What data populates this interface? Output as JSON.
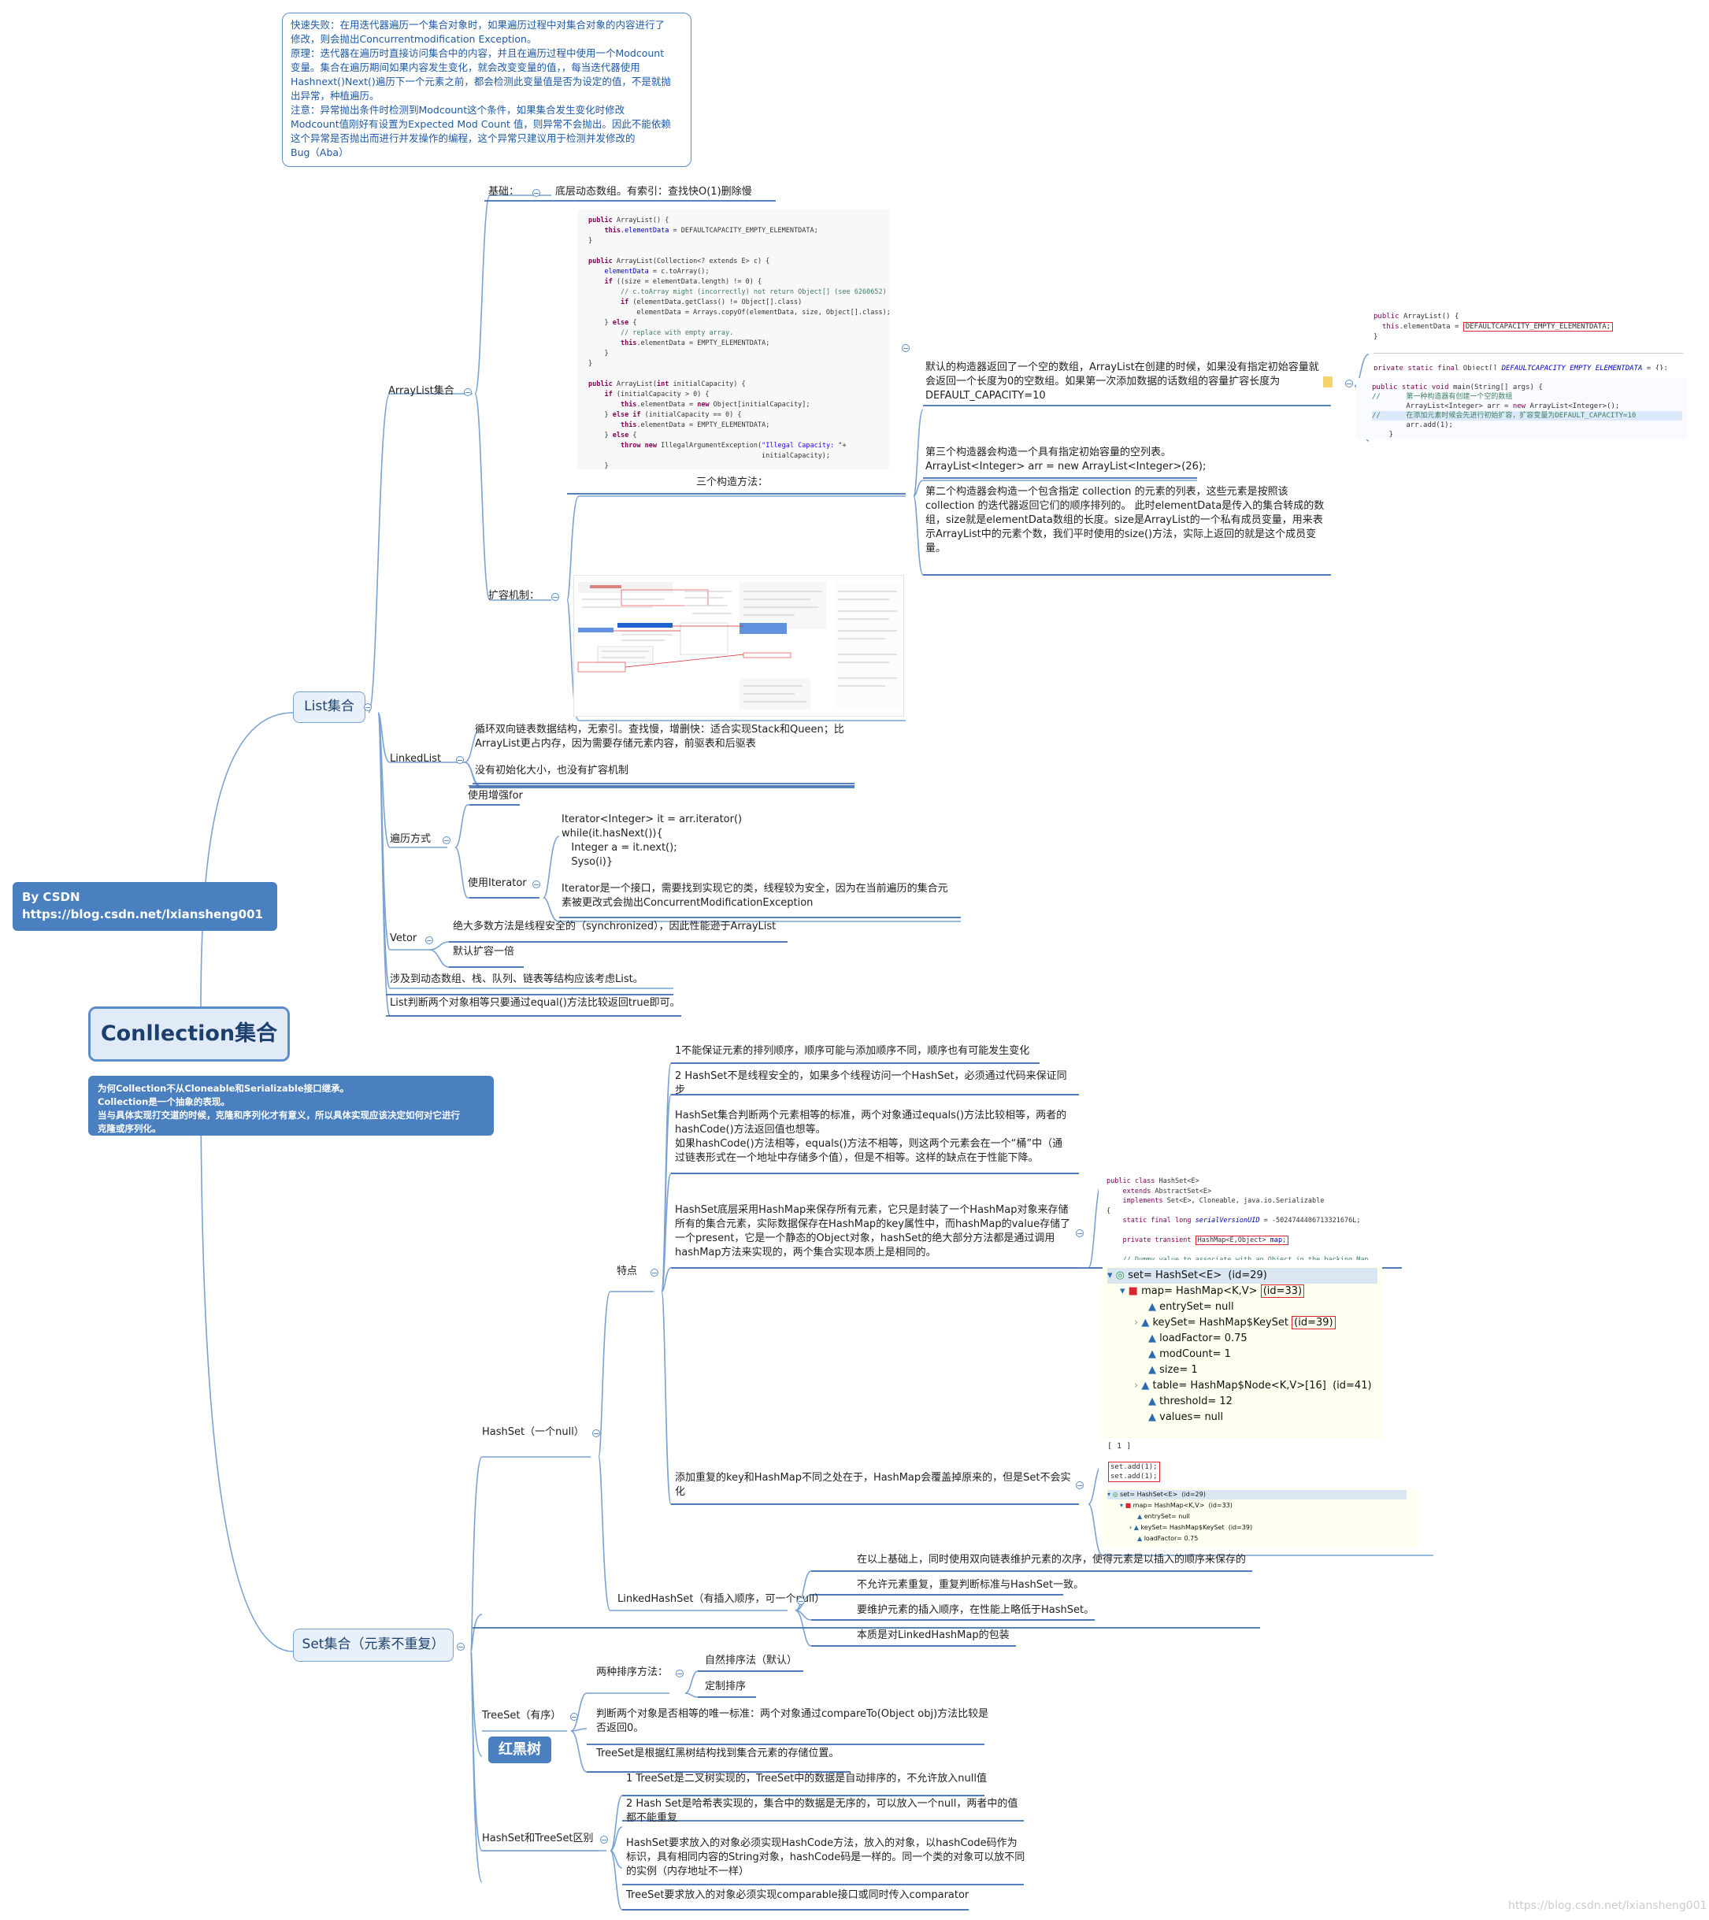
{
  "note_top": [
    "快速失败：在用迭代器遍历一个集合对象时，如果遍历过程中对集合对象的内容进行了",
    "修改，则会抛出Concurrentmodification Exception。",
    "原理：迭代器在遍历时直接访问集合中的内容，并且在遍历过程中使用一个Modcount",
    "变量。集合在遍历期间如果内容发生变化，就会改变变量的值，，每当迭代器使用",
    "Hashnext()Next()遍历下一个元素之前，都会检测此变量值是否为设定的值，不是就抛",
    "出异常，种植遍历。",
    "注意：异常抛出条件时检测到Modcount这个条件，如果集合发生变化时修改",
    "Modcount值刚好有设置为Expected Mod Count 值，则异常不会抛出。因此不能依赖",
    "这个异常是否抛出而进行并发操作的编程，这个异常只建议用于检测并发修改的",
    "Bug（Aba）"
  ],
  "by_csdn": [
    "By CSDN",
    "https://blog.csdn.net/lxiansheng001"
  ],
  "root": "Conllection集合",
  "root_note": [
    "为何Collection不从Cloneable和Serializable接口继承。",
    "Collection是一个抽象的表现。",
    "当与具体实现打交道的时候，克隆和序列化才有意义，所以具体实现应该决定如何对它进行",
    "克隆或序列化。"
  ],
  "list": {
    "label": "List集合",
    "arraylist": {
      "label": "ArrayList集合",
      "basic_label": "基础：",
      "basic_text": "底层动态数组。有索引：查找快O(1)删除慢",
      "three_ctor": "三个构造方法：",
      "ctor1": [
        "默认的构造器返回了一个空的数组，ArrayList在创建的时候，如果没有指定初始容量就",
        "会返回一个长度为0的空数组。如果第一次添加数据的话数组的容量扩容长度为",
        "DEFAULT_CAPACITY=10"
      ],
      "ctor3": [
        "第三个构造器会构造一个具有指定初始容量的空列表。",
        "ArrayList<Integer> arr = new ArrayList<Integer>(26);"
      ],
      "ctor2": [
        "第二个构造器会构造一个包含指定 collection 的元素的列表，这些元素是按照该",
        "collection 的迭代器返回它们的顺序排列的。 此时elementData是传入的集合转成的数",
        "组，size就是elementData数组的长度。size是ArrayList的一个私有成员变量，用来表",
        "示ArrayList中的元素个数，我们平时使用的size()方法，实际上返回的就是这个成员变",
        "量。"
      ],
      "expand_label": "扩容机制："
    },
    "linkedlist": {
      "label": "LinkedList",
      "t1": [
        "循环双向链表数据结构，无索引。查找慢，增删快：适合实现Stack和Queen；比",
        "ArrayList更占内存，因为需要存储元素内容，前驱表和后驱表"
      ],
      "t2": "没有初始化大小，也没有扩容机制"
    },
    "traverse": {
      "label": "遍历方式",
      "foreach": "使用增强for",
      "iterator_label": "使用Iterator",
      "iterator_code": [
        "Iterator<Integer> it = arr.iterator()",
        "while(it.hasNext()){",
        "   Integer a = it.next();",
        "   Syso(i)}"
      ],
      "iterator_desc": [
        "Iterator是一个接口，需要找到实现它的类，线程较为安全，因为在当前遍历的集合元",
        "素被更改式会抛出ConcurrentModificationException"
      ]
    },
    "vector": {
      "label": "Vetor",
      "t1": "绝大多数方法是线程安全的（synchronized），因此性能逊于ArrayList",
      "t2": "默认扩容一倍"
    },
    "extra1": "涉及到动态数组、栈、队列、链表等结构应该考虑List。",
    "extra2": "List判断两个对象相等只要通过equal()方法比较返回true即可。"
  },
  "set": {
    "label": "Set集合（元素不重复）",
    "hashset": {
      "label": "HashSet（一个null）",
      "features_label": "特点",
      "f1": "1不能保证元素的排列顺序，顺序可能与添加顺序不同，顺序也有可能发生变化",
      "f2": [
        "2 HashSet不是线程安全的，如果多个线程访问一个HashSet，必须通过代码来保证同",
        "步"
      ],
      "f3": [
        "HashSet集合判断两个元素相等的标准，两个对象通过equals()方法比较相等，两者的",
        "hashCode()方法返回值也想等。",
        "如果hashCode()方法相等，equals()方法不相等，则这两个元素会在一个“桶”中（通",
        "过链表形式在一个地址中存储多个值），但是不相等。这样的缺点在于性能下降。"
      ],
      "f4": [
        "HashSet底层采用HashMap来保存所有元素，它只是封装了一个HashMap对象来存储",
        "所有的集合元素，实际数据保存在HashMap的key属性中，而hashMap的value存储了",
        "一个present，它是一个静态的Object对象，hashSet的绝大部分方法都是通过调用",
        "hashMap方法来实现的，两个集合实现本质上是相同的。"
      ],
      "f5": [
        "添加重复的key和HashMap不同之处在于，HashMap会覆盖掉原来的，但是Set不会实",
        "化"
      ]
    },
    "linkedhashset": {
      "label": "LinkedHashSet（有插入顺序，可一个null）",
      "t1": "在以上基础上，同时使用双向链表维护元素的次序，使得元素是以插入的顺序来保存的",
      "t2": "不允许元素重复，重复判断标准与HashSet一致。",
      "t3": "要维护元素的插入顺序，在性能上略低于HashSet。",
      "t4": "本质是对LinkedHashMap的包装"
    },
    "treeset": {
      "label": "TreeSet（有序）",
      "sort_label": "两种排序方法：",
      "sort1": "自然排序法（默认）",
      "sort2": "定制排序",
      "t1": [
        "判断两个对象是否相等的唯一标准：两个对象通过compareTo(Object obj)方法比较是",
        "否返回0。"
      ],
      "t2": "TreeSet是根据红黑树结构找到集合元素的存储位置。",
      "badge": "红黑树"
    },
    "diff": {
      "label": "HashSet和TreeSet区别",
      "t1": "1 TreeSet是二叉树实现的，TreeSet中的数据是自动排序的，不允许放入null值",
      "t2": [
        "2 Hash Set是哈希表实现的，集合中的数据是无序的，可以放入一个null，两者中的值",
        "都不能重复"
      ],
      "t3": [
        "HashSet要求放入的对象必须实现HashCode方法，放入的对象，以hashCode码作为",
        "标识，具有相同内容的String对象，hashCode码是一样的。同一个类的对象可以放不同",
        "的实例（内存地址不一样）"
      ],
      "t4": "TreeSet要求放入的对象必须实现comparable接口或同时传入comparator"
    }
  },
  "debug_panel": {
    "rows": [
      "set= HashSet<E>  (id=29)",
      "map= HashMap<K,V>",
      "(id=33)",
      "entrySet= null",
      "keySet= HashMap$KeySet",
      "(id=39)",
      "loadFactor= 0.75",
      "modCount= 1",
      "size= 1",
      "table= HashMap$Node<K,V>[16]  (id=41)",
      "threshold= 12",
      "values= null"
    ]
  },
  "watermark": "https://blog.csdn.net/lxiansheng001",
  "colors": {
    "accent": "#4a7fc0",
    "line": "#7aa2d2",
    "underline": "#3f70b3",
    "red": "#d9262f"
  }
}
